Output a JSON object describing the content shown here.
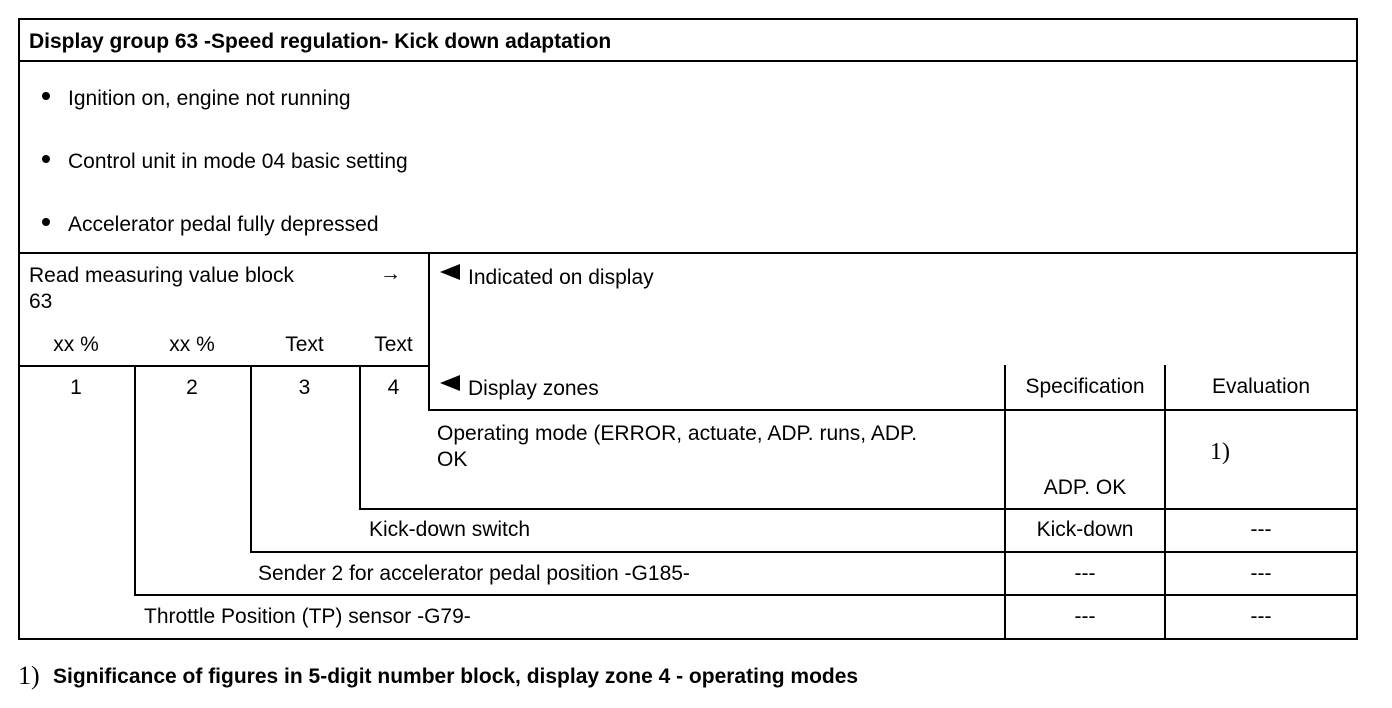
{
  "title": "Display group 63 -Speed regulation- Kick down adaptation",
  "conditions": [
    "Ignition on, engine not running",
    "Control unit in mode 04 basic setting",
    "Accelerator pedal fully depressed"
  ],
  "read_block": {
    "label_line1": "Read measuring value block",
    "label_line2": "63",
    "arrow": "→",
    "units": [
      "xx %",
      "xx %",
      "Text",
      "Text"
    ],
    "zones": [
      "1",
      "2",
      "3",
      "4"
    ]
  },
  "indicated_on_display": "Indicated on display",
  "display_zones_header": "Display zones",
  "specification_header": "Specification",
  "evaluation_header": "Evaluation",
  "rows": [
    {
      "description_line1": "Operating mode (ERROR, actuate, ADP. runs, ADP.",
      "description_line2": "OK",
      "specification": "ADP. OK",
      "evaluation": "1)"
    },
    {
      "description": "Kick-down switch",
      "specification": "Kick-down",
      "evaluation": "---"
    },
    {
      "description": "Sender 2 for accelerator pedal position -G185-",
      "specification": "---",
      "evaluation": "---"
    },
    {
      "description": "Throttle Position (TP) sensor -G79-",
      "specification": "---",
      "evaluation": "---"
    }
  ],
  "footnote": {
    "marker": "1)",
    "text": "Significance of figures in 5-digit number block, display zone 4 - operating modes"
  }
}
